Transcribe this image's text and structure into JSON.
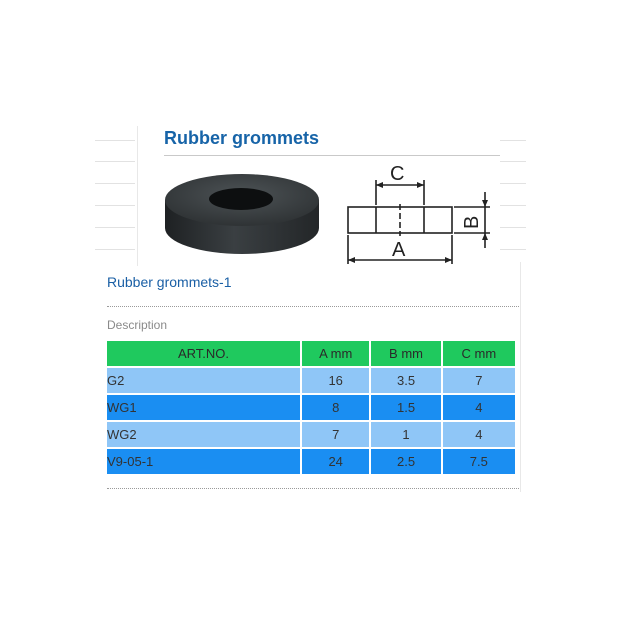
{
  "title": "Rubber grommets",
  "diagram": {
    "label_a": "A",
    "label_b": "B",
    "label_c": "C"
  },
  "subtitle": "Rubber grommets-1",
  "description_label": "Description",
  "table": {
    "headers": [
      "ART.NO.",
      "A mm",
      "B mm",
      "C mm"
    ],
    "rows": [
      [
        "G2",
        "16",
        "3.5",
        "7"
      ],
      [
        "WG1",
        "8",
        "1.5",
        "4"
      ],
      [
        "WG2",
        "7",
        "1",
        "4"
      ],
      [
        "V9-05-1",
        "24",
        "2.5",
        "7.5"
      ]
    ]
  },
  "colors": {
    "title": "#1764a8",
    "header_bg": "#1fc95e",
    "row_light": "#8fc6f7",
    "row_dark": "#1a8ef2"
  }
}
